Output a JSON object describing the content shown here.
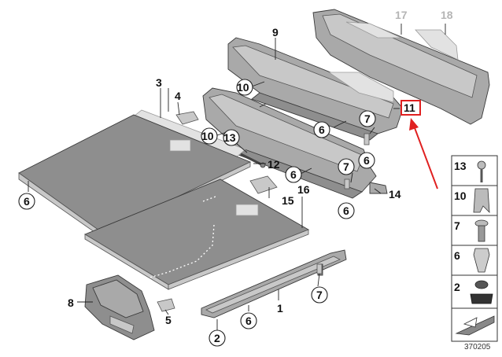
{
  "diagram": {
    "labels": {
      "l1": "1",
      "l2": "2",
      "l3": "3",
      "l4": "4",
      "l5": "5",
      "l6a": "6",
      "l6b": "6",
      "l6c": "6",
      "l6d": "6",
      "l6e": "6",
      "l6f": "6",
      "l7a": "7",
      "l7b": "7",
      "l7c": "7",
      "l8": "8",
      "l9": "9",
      "l10a": "10",
      "l10b": "10",
      "l11": "11",
      "l12": "12",
      "l13": "13",
      "l14": "14",
      "l15": "15",
      "l16": "16",
      "l17": "17",
      "l18": "18"
    },
    "legend": {
      "items": [
        "13",
        "10",
        "7",
        "6",
        "2"
      ]
    },
    "diagram_number": "370205",
    "highlight_color": "#e02020"
  }
}
